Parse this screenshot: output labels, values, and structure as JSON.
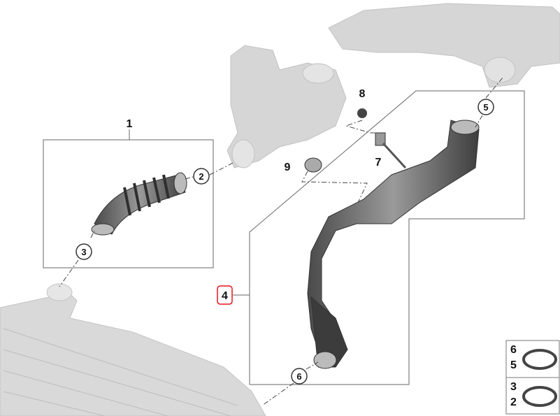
{
  "diagram": {
    "callouts": {
      "c1": "1",
      "c2": "2",
      "c3": "3",
      "c4": "4",
      "c5": "5",
      "c6": "6",
      "c7": "7",
      "c8": "8",
      "c9": "9"
    },
    "selected_part": "4",
    "legend": {
      "row1": {
        "top": "6",
        "bottom": "5"
      },
      "row2": {
        "top": "3",
        "bottom": "2"
      }
    }
  },
  "colors": {
    "highlight": "#e8141c",
    "ghost_part": "#d4d4d4",
    "hose": "#6f6f6f",
    "line": "#555555"
  }
}
